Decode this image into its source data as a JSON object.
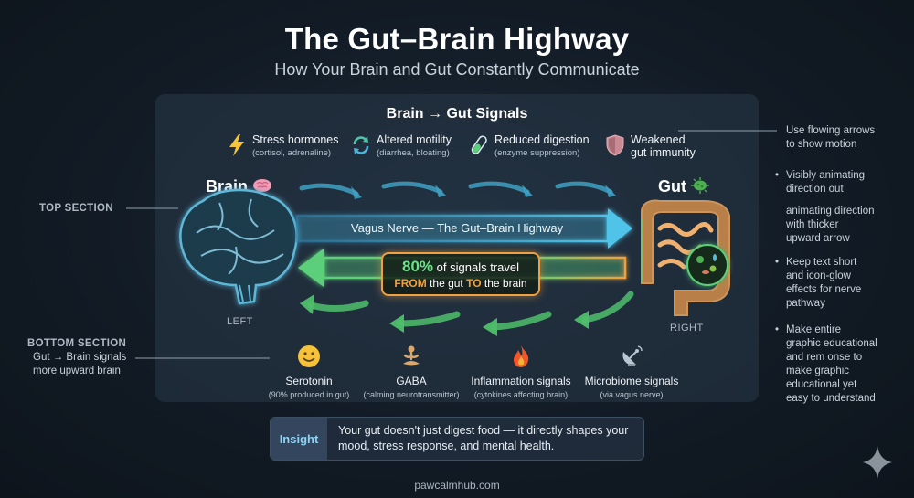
{
  "title": "The Gut–Brain Highway",
  "subtitle": "How Your Brain and Gut Constantly Communicate",
  "top": {
    "heading": "Brain → Gut Signals",
    "items": [
      {
        "icon": "lightning-icon",
        "label": "Stress hormones",
        "detail": "(cortisol, adrenaline)"
      },
      {
        "icon": "cycle-arrows-icon",
        "label": "Altered motility",
        "detail": "(diarrhea, bloating)"
      },
      {
        "icon": "test-tube-icon",
        "label": "Reduced digestion",
        "detail": "(enzyme suppression)"
      },
      {
        "icon": "shield-icon",
        "label": "Weakened",
        "detail": "gut immunity"
      }
    ]
  },
  "organs": {
    "brain_label": "Brain",
    "gut_label": "Gut",
    "left_label": "LEFT",
    "right_label": "RIGHT"
  },
  "vagus_label": "Vagus Nerve — The Gut–Brain Highway",
  "callout": {
    "percent": "80%",
    "line1_rest": "of signals travel",
    "from": "FROM",
    "mid": "the gut",
    "to": "TO",
    "end": "the brain"
  },
  "bottom": {
    "items": [
      {
        "icon": "smiley-icon",
        "label": "Serotonin",
        "detail": "(90% produced in gut)"
      },
      {
        "icon": "meditation-icon",
        "label": "GABA",
        "detail": "(calming neurotransmitter)"
      },
      {
        "icon": "flame-icon",
        "label": "Inflammation signals",
        "detail": "(cytokines affecting brain)"
      },
      {
        "icon": "satellite-dish-icon",
        "label": "Microbiome signals",
        "detail": "(via vagus nerve)"
      }
    ]
  },
  "left_notes": {
    "top_section": "TOP SECTION",
    "bottom_section": "BOTTOM SECTION",
    "bottom_line1": "Gut → Brain signals",
    "bottom_line2": "more upward brain"
  },
  "right_notes": {
    "note1_l1": "Use flowing arrows",
    "note1_l2": "to show motion",
    "note2_l1": "Visibly animating",
    "note2_l2": "direction out",
    "note3_l1": "animating direction",
    "note3_l2": "with thicker",
    "note3_l3": "upward arrow",
    "note4_l1": "Keep text short",
    "note4_l2": "and icon-glow",
    "note4_l3": "effects for nerve",
    "note4_l4": "pathway",
    "note5_l1": "Make entire",
    "note5_l2": "graphic educational",
    "note5_l3": "and rem onse to",
    "note5_l4": "make graphic",
    "note5_l5": "educational yet",
    "note5_l6": "easy to understand"
  },
  "insight": {
    "tag": "Insight",
    "text": "Your gut doesn't just digest food — it directly shapes your mood, stress response, and mental health."
  },
  "footer": "pawcalmhub.com",
  "colors": {
    "brain_to_gut": "#4fb3d9",
    "gut_to_brain": "#5ccf7a",
    "highlight": "#f0a040",
    "background": "#121b25"
  }
}
